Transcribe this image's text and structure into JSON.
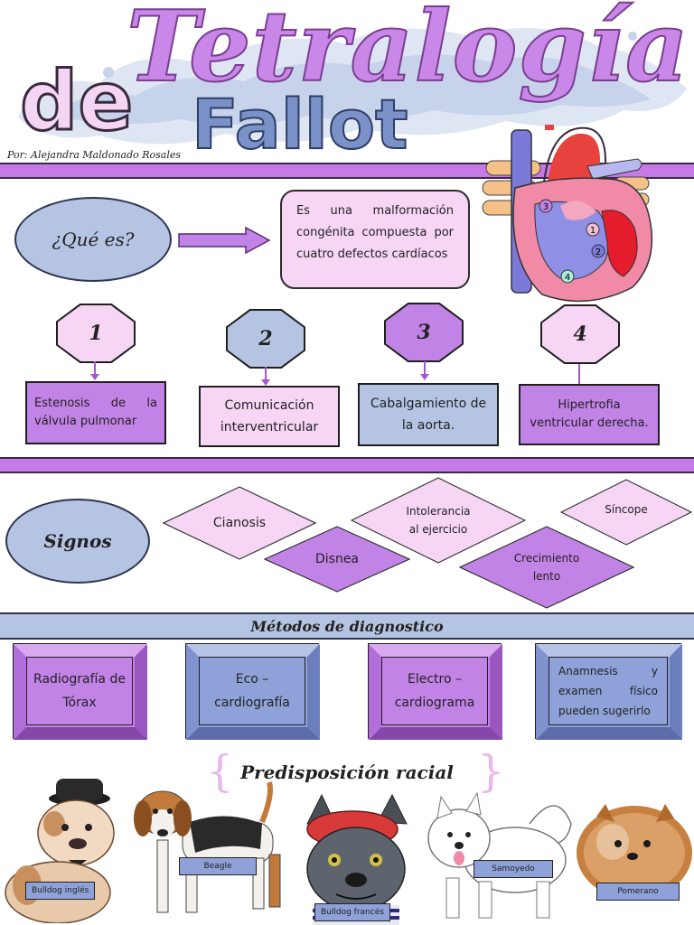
{
  "header": {
    "title_main": "Tetralogía",
    "title_de": "de",
    "title_fallot": "Fallot",
    "author": "Por: Alejandra Maldonado Rosales"
  },
  "colors": {
    "lilac": "#f7d5f5",
    "purple": "#c283e6",
    "blue_gray": "#b6c4e4",
    "steel_blue": "#8ea1d8",
    "magenta_bar": "#c57ae8"
  },
  "que_es": {
    "label": "¿Qué es?",
    "definition": "Es una malformación congénita compuesta por cuatro defectos cardíacos"
  },
  "heart": {
    "markers": [
      "1",
      "2",
      "3",
      "4"
    ]
  },
  "defects": [
    {
      "number": "1",
      "text": "Estenosis de la válvula pulmonar"
    },
    {
      "number": "2",
      "text": "Comunicación interventricular"
    },
    {
      "number": "3",
      "text": "Cabalgamiento de la aorta."
    },
    {
      "number": "4",
      "text": "Hipertrofia ventricular derecha."
    }
  ],
  "signos": {
    "label": "Signos",
    "items": [
      "Cianosis",
      "Intolerancia al ejercicio",
      "Síncope",
      "Disnea",
      "Crecimiento lento"
    ]
  },
  "metodos": {
    "title": "Métodos de diagnostico",
    "items": [
      "Radiografía de Tórax",
      "Eco – cardiografía",
      "Electro – cardiograma",
      "Anamnesis y examen físico pueden sugerirlo"
    ]
  },
  "predisposicion": {
    "title": "Predisposición racial",
    "breeds": [
      "Bulldog inglés",
      "Beagle",
      "Bulldog francés",
      "Samoyedo",
      "Pomerano"
    ]
  }
}
